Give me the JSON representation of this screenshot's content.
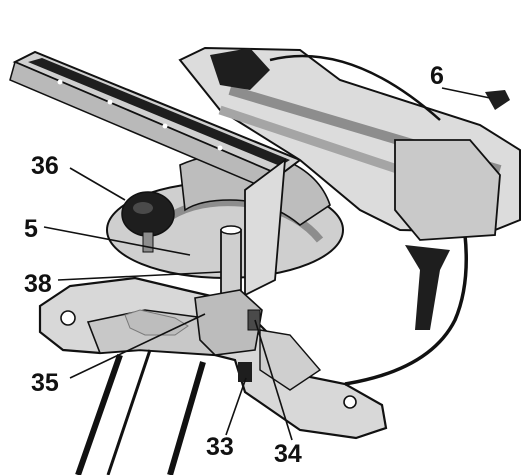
{
  "callouts": [
    {
      "id": "label-6",
      "text": "6"
    },
    {
      "id": "label-36",
      "text": "36"
    },
    {
      "id": "label-5",
      "text": "5"
    },
    {
      "id": "label-38",
      "text": "38"
    },
    {
      "id": "label-35",
      "text": "35"
    },
    {
      "id": "label-33",
      "text": "33"
    },
    {
      "id": "label-34",
      "text": "34"
    }
  ],
  "colors": {
    "outline": "#111111",
    "metal_light": "#d8d8d8",
    "metal_mid": "#b9b9b9",
    "metal_dark": "#8d8d8d",
    "dark_part": "#1e1e1e",
    "background": "#ffffff"
  }
}
